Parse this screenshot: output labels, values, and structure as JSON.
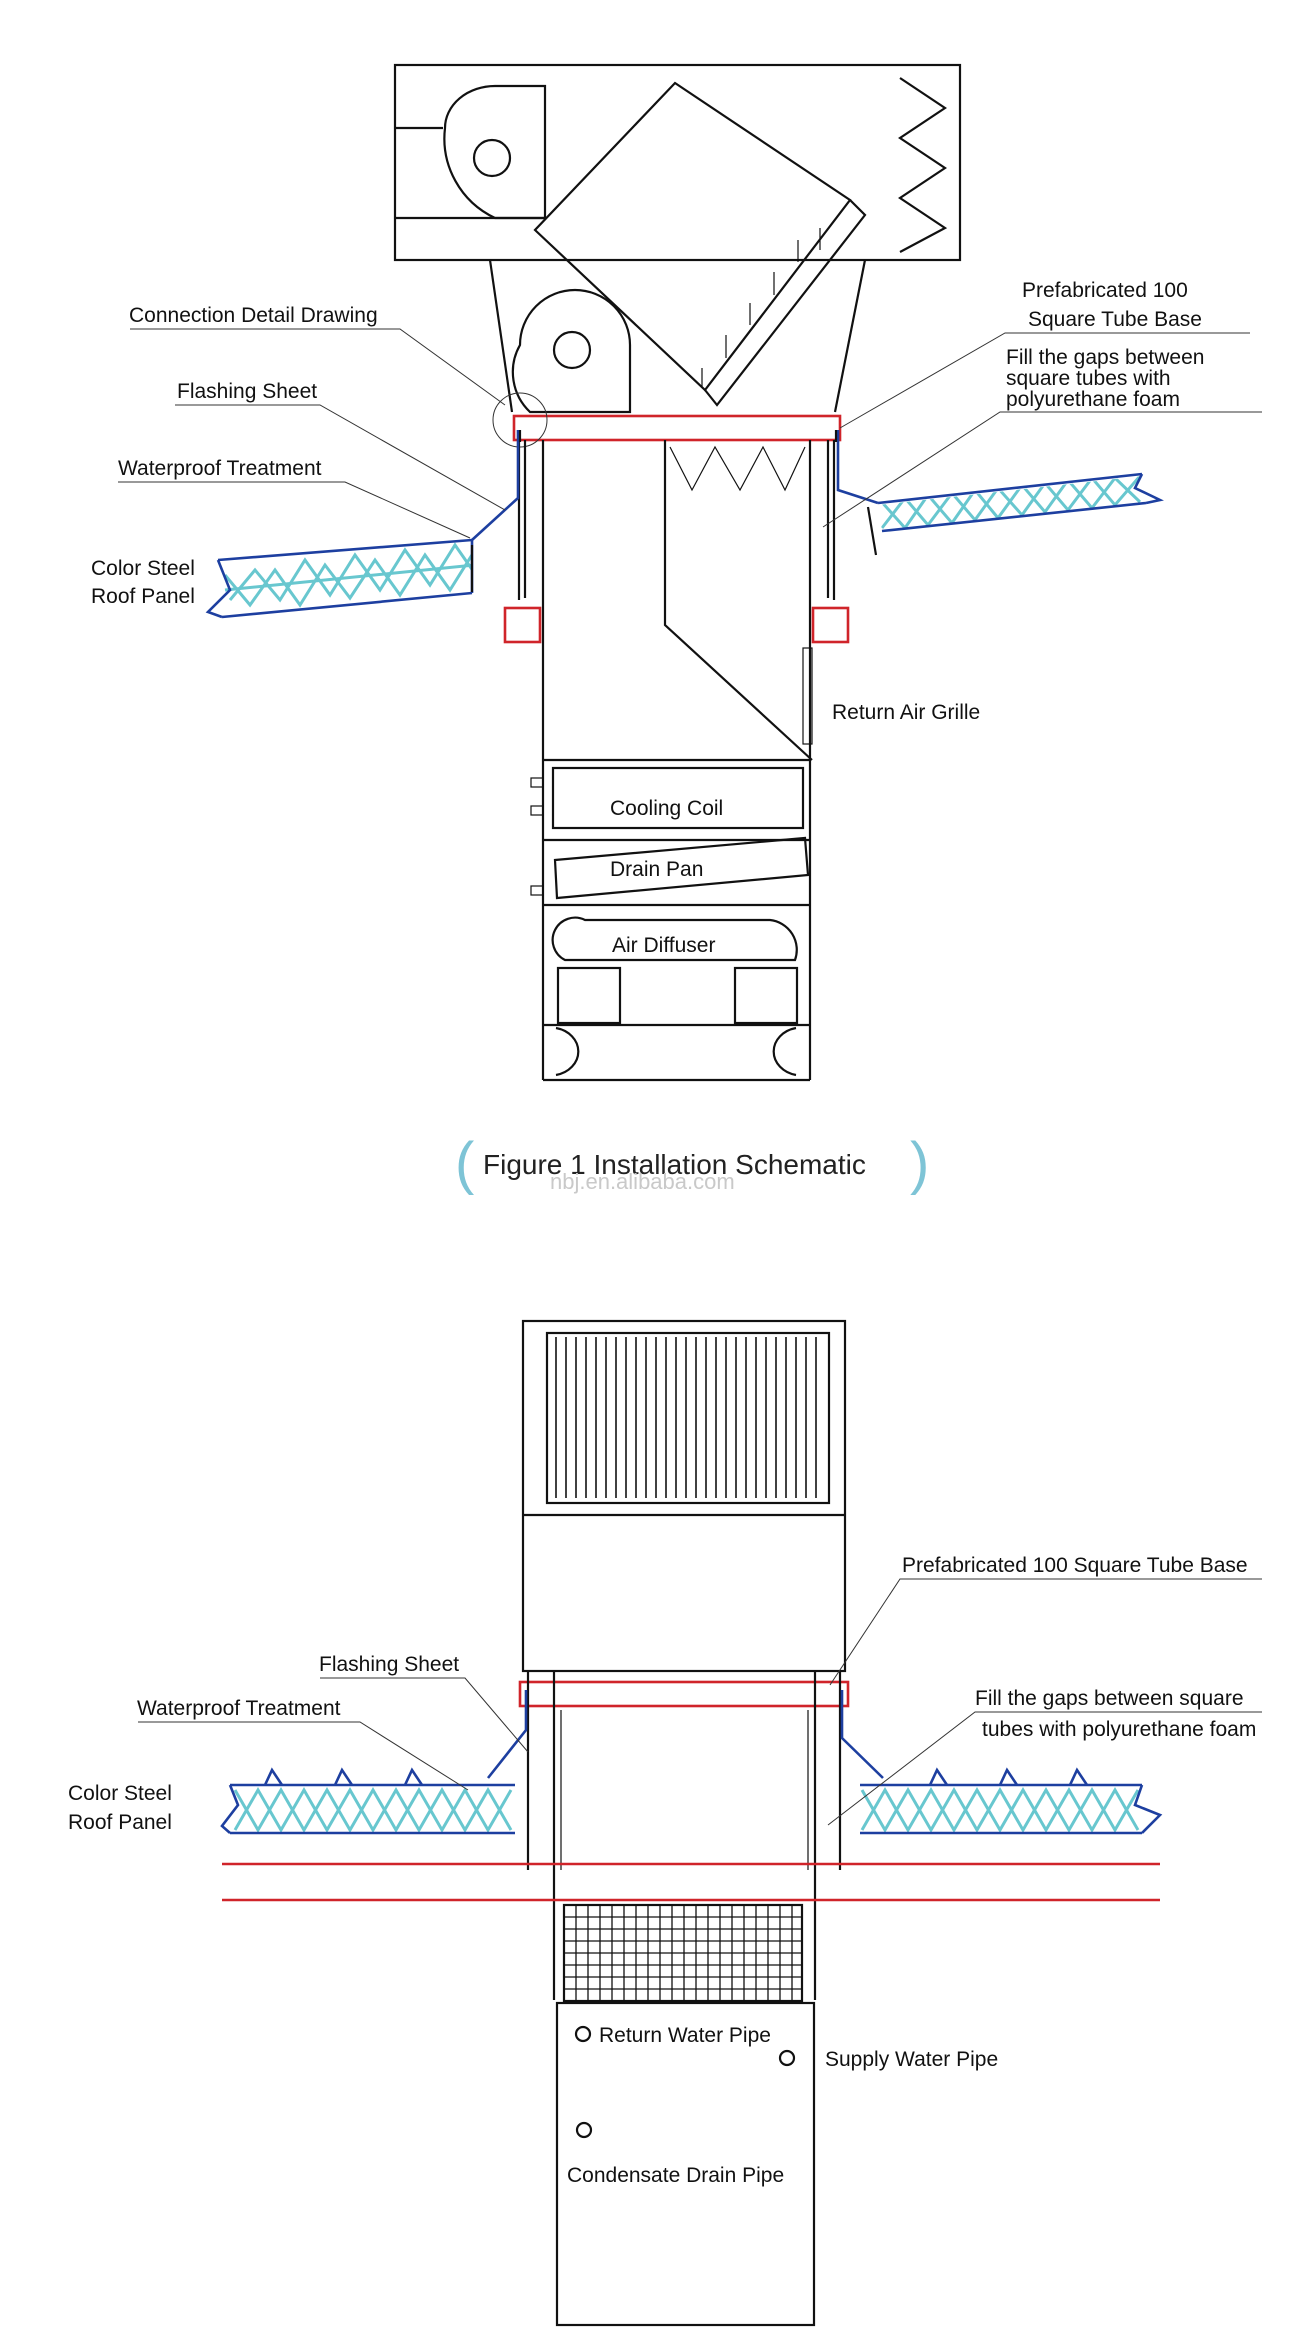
{
  "figure1": {
    "labels": {
      "connection_detail": "Connection Detail Drawing",
      "flashing_sheet": "Flashing Sheet",
      "waterproof": "Waterproof Treatment",
      "roof_panel_1": "Color Steel",
      "roof_panel_2": "Roof Panel",
      "base_1": "Prefabricated 100",
      "base_2": "Square Tube Base",
      "foam_1": "Fill the gaps between",
      "foam_2": "square tubes with",
      "foam_3": "polyurethane foam",
      "return_grille": "Return Air Grille",
      "cooling_coil": "Cooling Coil",
      "drain_pan": "Drain Pan",
      "air_diffuser": "Air Diffuser"
    },
    "caption": "Figure 1 Installation Schematic",
    "paren_open": "(",
    "paren_close": ")"
  },
  "watermark": "nbj.en.alibaba.com",
  "figure2": {
    "labels": {
      "base": "Prefabricated 100 Square Tube Base",
      "flashing_sheet": "Flashing Sheet",
      "waterproof": "Waterproof Treatment",
      "foam_1": "Fill the gaps between square",
      "foam_2": "tubes with polyurethane foam",
      "roof_panel_1": "Color Steel",
      "roof_panel_2": "Roof Panel",
      "return_pipe": "Return Water Pipe",
      "supply_pipe": "Supply Water Pipe",
      "condensate_pipe": "Condensate Drain Pipe"
    }
  },
  "colors": {
    "red": "#d0242a",
    "blue": "#1d3fa0",
    "teal": "#68c7cf",
    "line": "#111111"
  }
}
